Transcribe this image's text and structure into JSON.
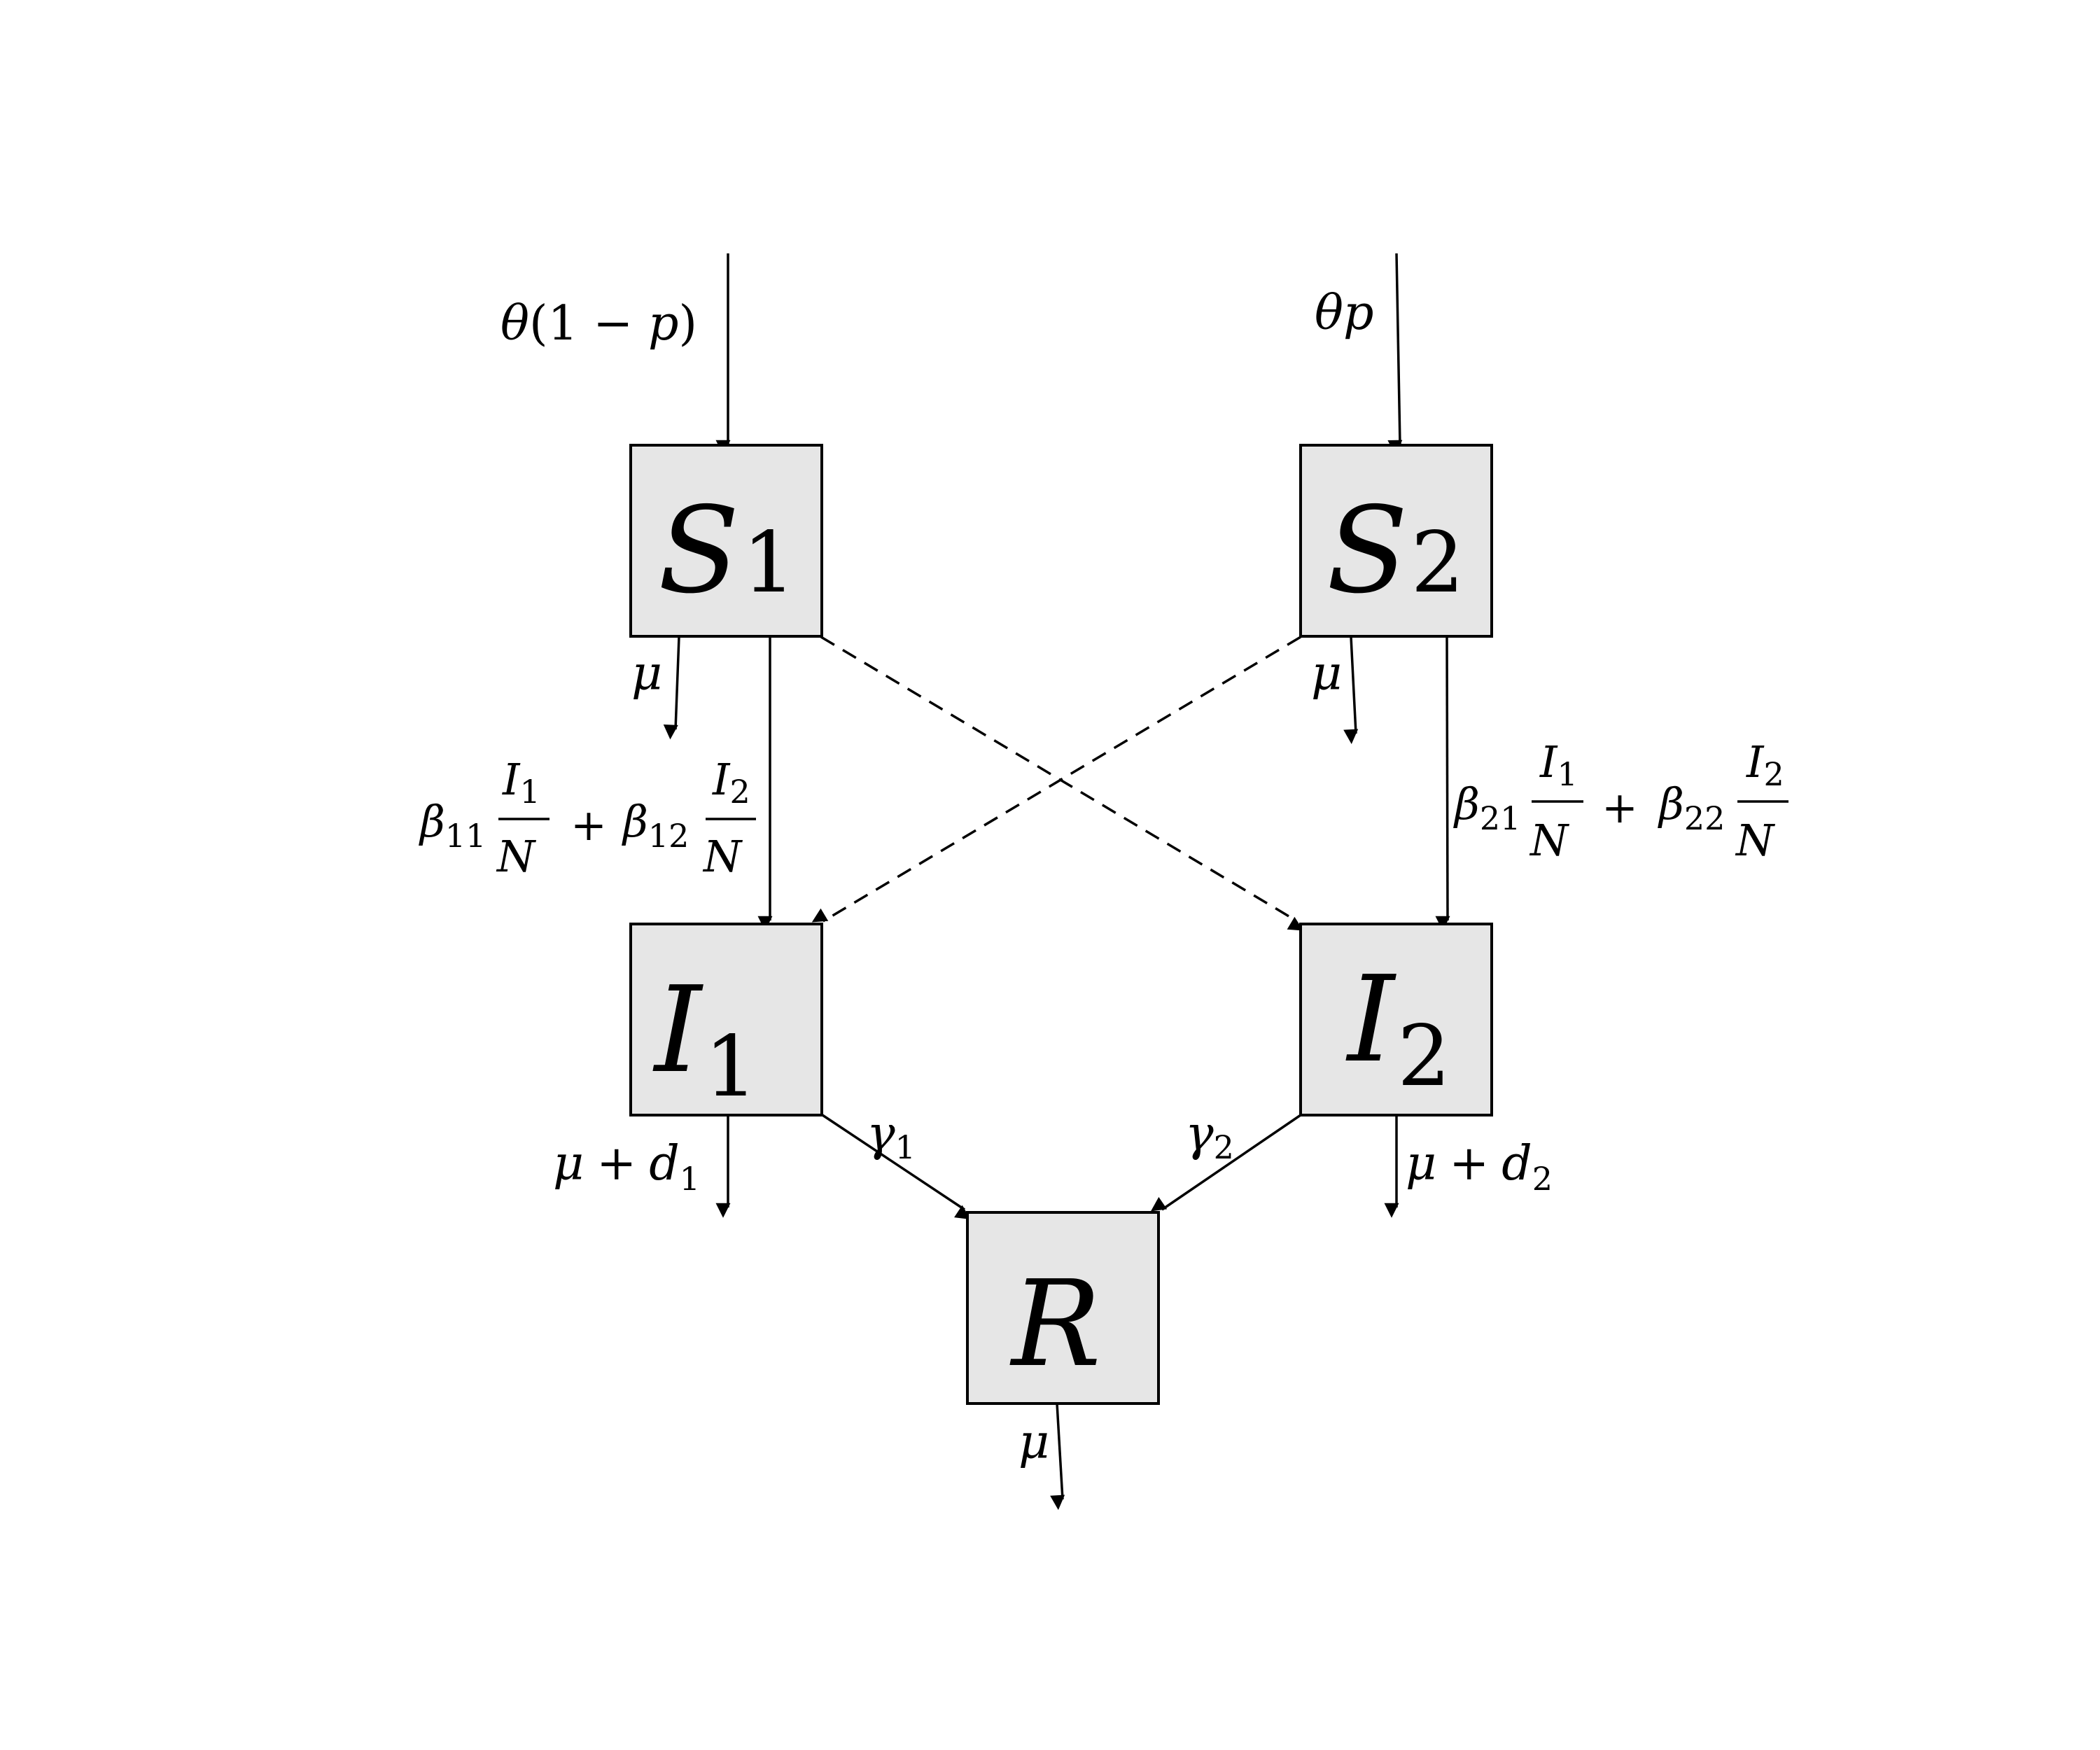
{
  "nodes": {
    "S1": {
      "letter": "S",
      "sub": "1"
    },
    "S2": {
      "letter": "S",
      "sub": "2"
    },
    "I1": {
      "letter": "I",
      "sub": "1"
    },
    "I2": {
      "letter": "I",
      "sub": "2"
    },
    "R": {
      "letter": "R",
      "sub": ""
    }
  },
  "edges": {
    "inflow_s1": {
      "theta": "θ",
      "open": "(1 − ",
      "p": "p",
      "close": ")"
    },
    "inflow_s2": {
      "theta": "θ",
      "p": "p"
    },
    "mu_s1": "μ",
    "mu_s2": "μ",
    "mu_r": "μ",
    "infect_s1": {
      "b1": "β",
      "b1sub": "11",
      "n1": "I",
      "n1sub": "1",
      "d1": "N",
      "plus": "+",
      "b2": "β",
      "b2sub": "12",
      "n2": "I",
      "n2sub": "2",
      "d2": "N"
    },
    "infect_s2": {
      "b1": "β",
      "b1sub": "21",
      "n1": "I",
      "n1sub": "1",
      "d1": "N",
      "plus": "+",
      "b2": "β",
      "b2sub": "22",
      "n2": "I",
      "n2sub": "2",
      "d2": "N"
    },
    "death_i1": {
      "mu": "μ",
      "plus": "+",
      "d": "d",
      "sub": "1"
    },
    "death_i2": {
      "mu": "μ",
      "plus": "+",
      "d": "d",
      "sub": "2"
    },
    "recover_i1": {
      "gamma": "γ",
      "sub": "1"
    },
    "recover_i2": {
      "gamma": "γ",
      "sub": "2"
    }
  },
  "colors": {
    "box_fill": "#e6e6e6",
    "stroke": "#000000"
  }
}
